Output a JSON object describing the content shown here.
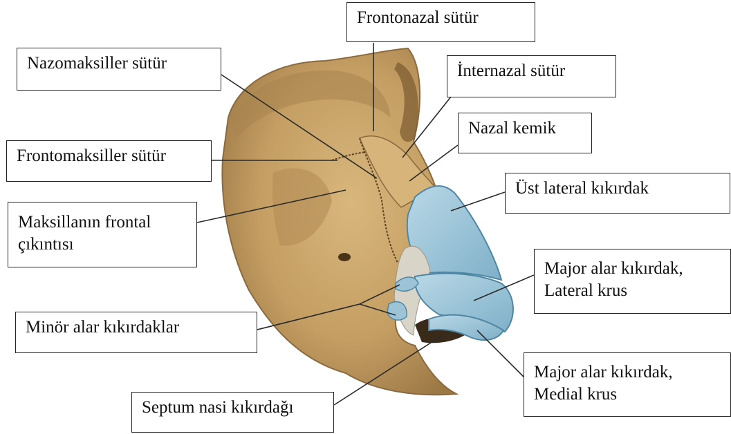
{
  "diagram": {
    "colors": {
      "bone": "#c9a56a",
      "bone_shadow": "#8a6a3e",
      "cartilage": "#9cc3d6",
      "cartilage_edge": "#4f86a3",
      "septum": "#d9d4c8",
      "leader_line": "#2a2a2a"
    },
    "labels": {
      "frontonazal": "Frontonazal sütür",
      "nazomaksiller": "Nazomaksiller sütür",
      "internazal": "İnternazal sütür",
      "nazal_kemik": "Nazal kemik",
      "frontomaksiller": "Frontomaksiller sütür",
      "ust_lateral": "Üst lateral kıkırdak",
      "maksilla_line1": "Maksillanın frontal",
      "maksilla_line2": "çıkıntısı",
      "major_lateral_line1": "Major alar kıkırdak,",
      "major_lateral_line2": "Lateral krus",
      "minor_alar": "Minör alar kıkırdaklar",
      "major_medial_line1": "Major alar kıkırdak,",
      "major_medial_line2": "Medial krus",
      "septum": "Septum nasi kıkırdağı"
    }
  }
}
